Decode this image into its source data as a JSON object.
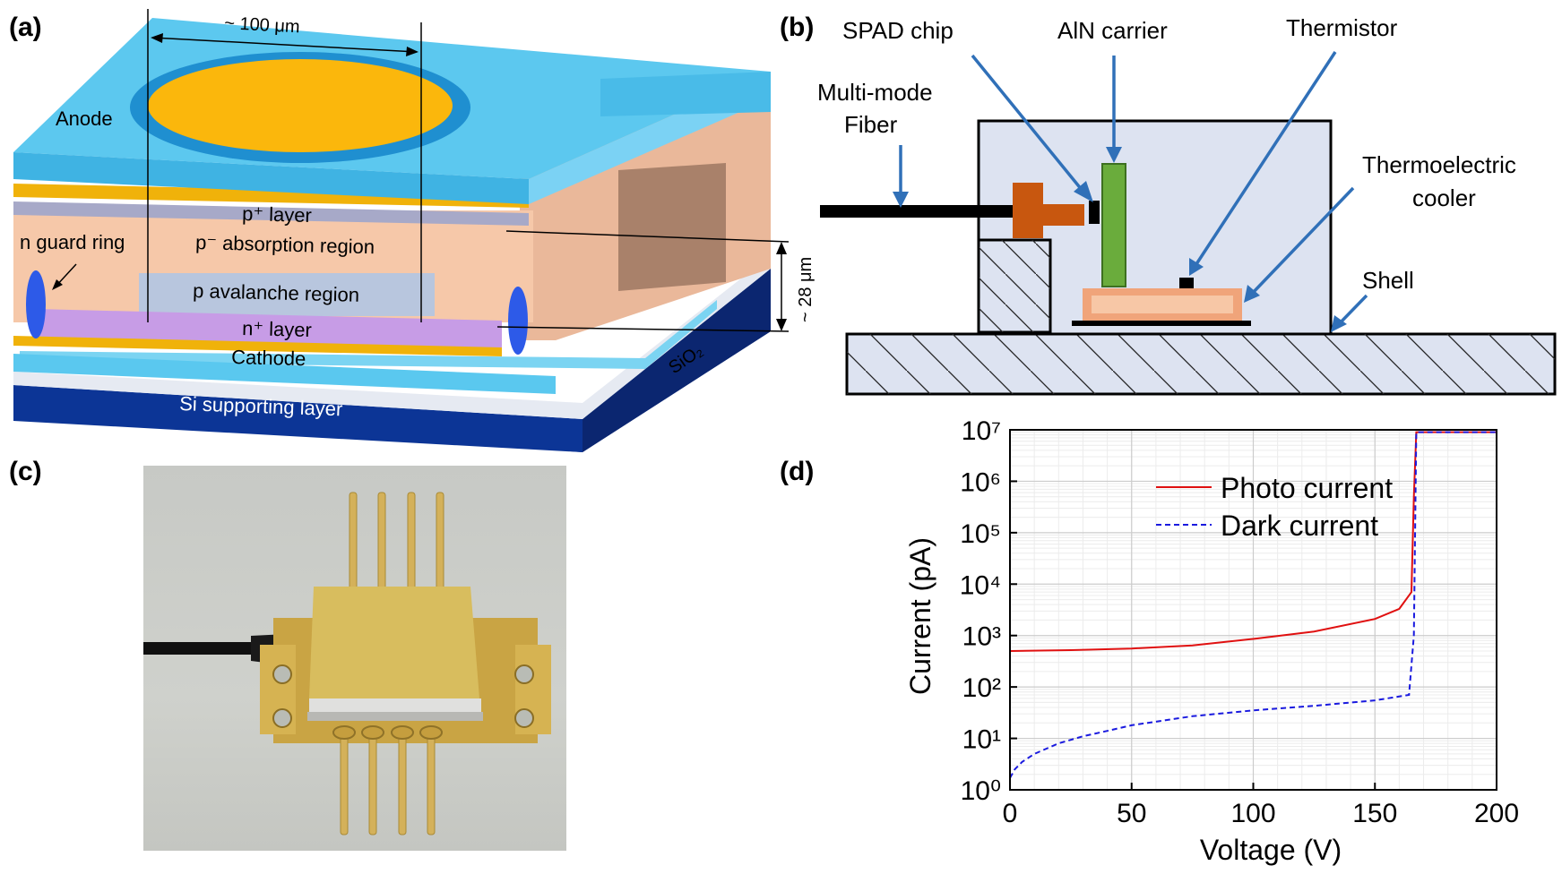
{
  "panels": {
    "a": {
      "label": "(a)",
      "dim_width": "~ 100 μm",
      "dim_thickness": "~ 28 μm",
      "anode": "Anode",
      "p_plus_layer": "p⁺ layer",
      "p_minus_region": "p⁻ absorption region",
      "n_guard_ring": "n guard ring",
      "p_avalanche": "p avalanche region",
      "n_plus_layer": "n⁺ layer",
      "cathode": "Cathode",
      "sio2": "SiO₂",
      "si_support": "Si supporting layer"
    },
    "b": {
      "label": "(b)",
      "spad_chip": "SPAD chip",
      "aln_carrier": "AlN carrier",
      "thermistor": "Thermistor",
      "fiber_line1": "Multi-mode",
      "fiber_line2": "Fiber",
      "tec_line1": "Thermoelectric",
      "tec_line2": "cooler",
      "shell": "Shell"
    },
    "c": {
      "label": "(c)"
    },
    "d": {
      "label": "(d)"
    }
  },
  "chart_data": {
    "type": "line",
    "xlabel": "Voltage (V)",
    "ylabel": "Current (pA)",
    "xlim": [
      0,
      200
    ],
    "ylim": [
      1,
      10000000
    ],
    "yscale": "log",
    "xticks": [
      "0",
      "50",
      "100",
      "150",
      "200"
    ],
    "yticks": [
      "10⁰",
      "10¹",
      "10²",
      "10³",
      "10⁴",
      "10⁵",
      "10⁶",
      "10⁷"
    ],
    "grid": true,
    "legend_position": "top-center",
    "series": [
      {
        "name": "Photo current",
        "color": "#e01010",
        "style": "solid",
        "x": [
          0,
          25,
          50,
          75,
          100,
          125,
          150,
          160,
          165,
          166,
          167,
          168,
          200
        ],
        "y": [
          500,
          520,
          560,
          640,
          860,
          1200,
          2100,
          3300,
          7000,
          500000,
          9000000,
          9000000,
          9000000
        ]
      },
      {
        "name": "Dark current",
        "color": "#1a1adf",
        "style": "dashed",
        "x": [
          0,
          2,
          5,
          10,
          20,
          30,
          40,
          50,
          75,
          100,
          125,
          150,
          164,
          166,
          167,
          168,
          200
        ],
        "y": [
          1.7,
          2.5,
          3.5,
          5,
          8,
          11,
          14,
          18,
          27,
          35,
          43,
          55,
          70,
          1000,
          9000000,
          9000000,
          9000000
        ]
      }
    ]
  }
}
